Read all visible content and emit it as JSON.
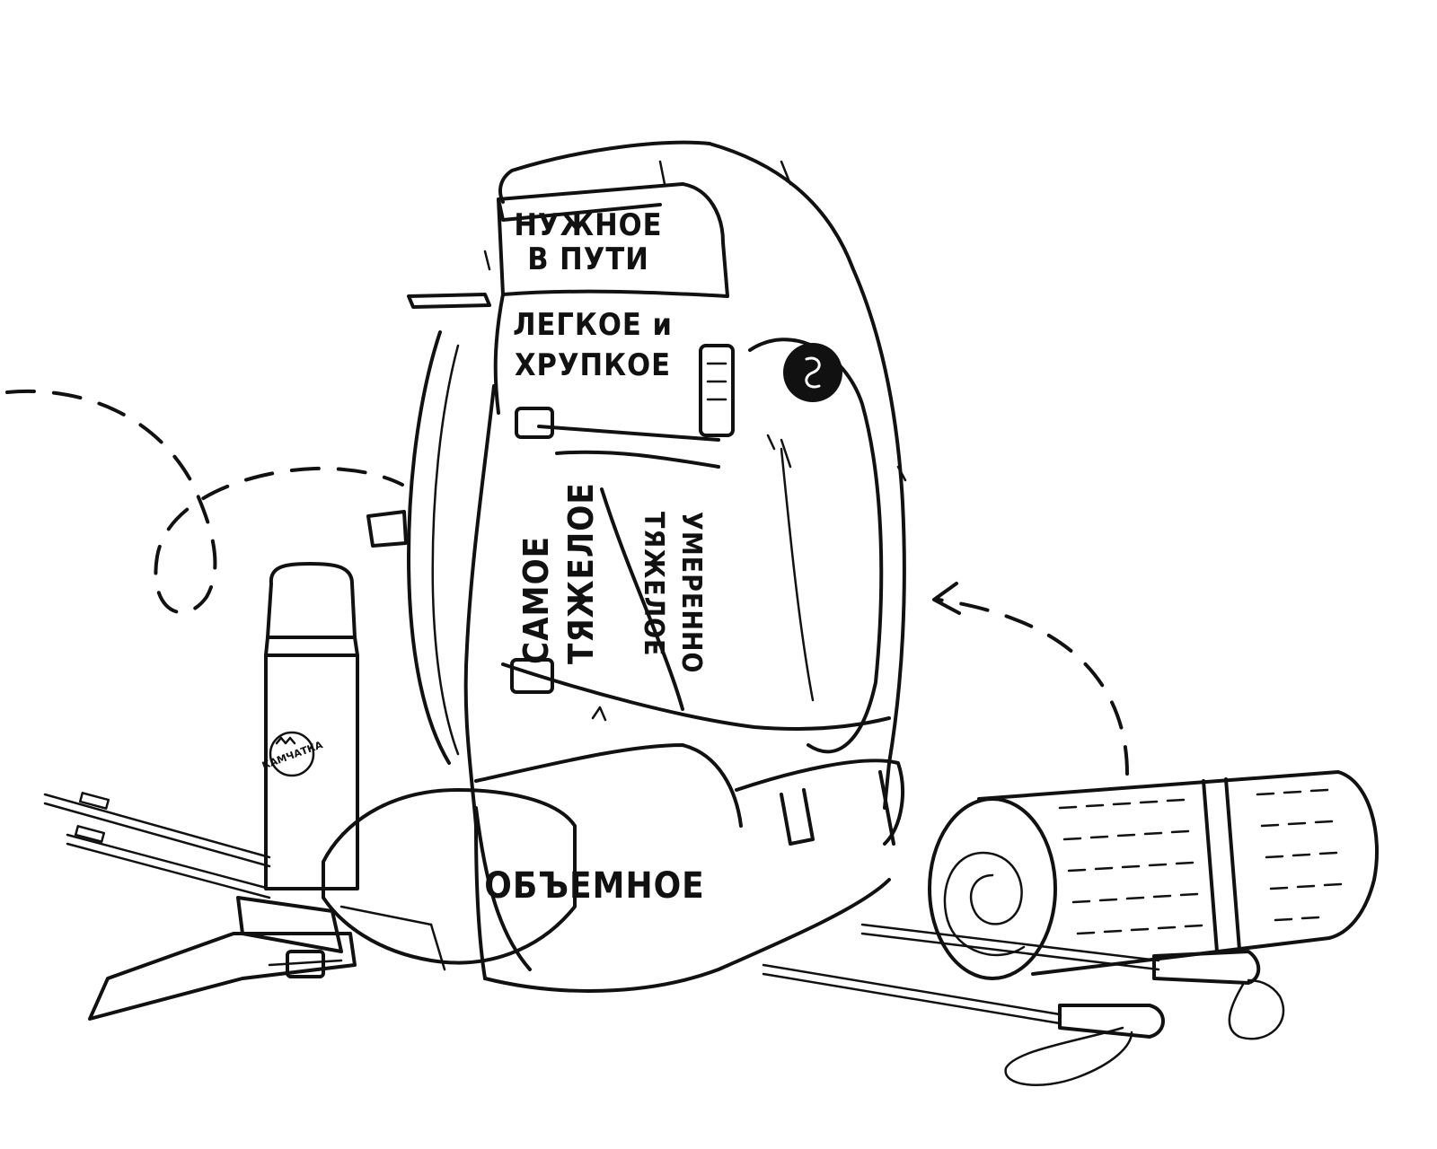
{
  "zones": {
    "top": [
      "НУЖНОЕ",
      "В ПУТИ"
    ],
    "upper": [
      "ЛЕГКОЕ и",
      "ХРУПКОЕ"
    ],
    "heaviest": [
      "САМОЕ",
      "ТЯЖЕЛОЕ"
    ],
    "moderate": [
      "УМЕРЕННО",
      "ТЯЖЕЛОЕ"
    ],
    "bottom": "ОБЪЕМНОЕ"
  },
  "thermos_badge": "КАМЧАТКА",
  "icons": {
    "logo": "brand-logo-icon"
  },
  "colors": {
    "ink": "#111111",
    "paper": "#ffffff"
  }
}
